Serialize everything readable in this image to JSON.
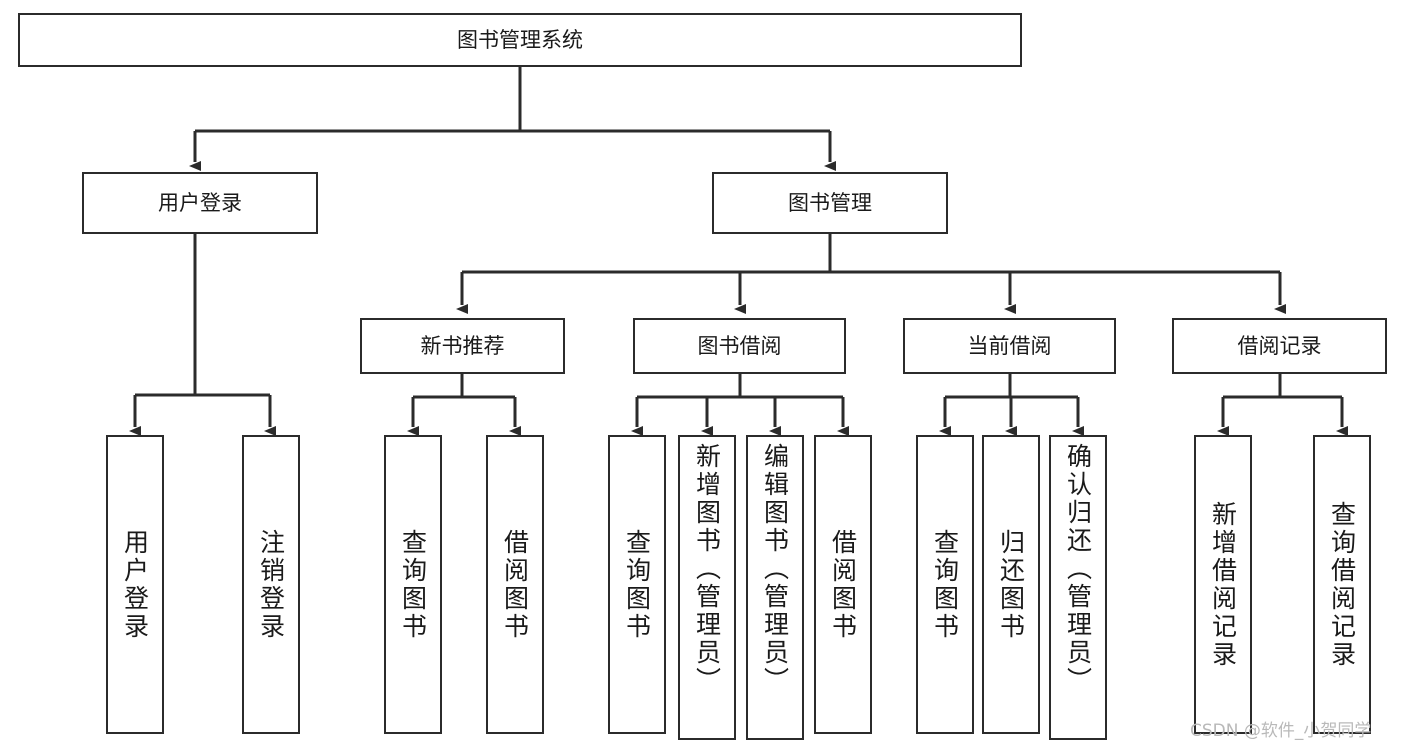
{
  "diagram": {
    "type": "tree-hierarchy",
    "title": "图书管理系统",
    "watermark": "CSDN @软件_小贺同学",
    "colors": {
      "box_border": "#2b2b2b",
      "box_fill": "#ffffff",
      "edge": "#2b2b2b",
      "text": "#1a1a1a",
      "watermark": "#b9b9b9",
      "background": "#ffffff"
    },
    "nodes": {
      "root": {
        "label": "图书管理系统"
      },
      "level2": [
        {
          "label": "用户登录"
        },
        {
          "label": "图书管理"
        }
      ],
      "level3": [
        {
          "label": "新书推荐"
        },
        {
          "label": "图书借阅"
        },
        {
          "label": "当前借阅"
        },
        {
          "label": "借阅记录"
        }
      ],
      "leaves": {
        "user_login": [
          {
            "label": "用户登录"
          },
          {
            "label": "注销登录"
          }
        ],
        "new_book_recommend": [
          {
            "label": "查询图书"
          },
          {
            "label": "借阅图书"
          }
        ],
        "book_borrow": [
          {
            "label": "查询图书"
          },
          {
            "label": "新增图书（管理员）"
          },
          {
            "label": "编辑图书（管理员）"
          },
          {
            "label": "借阅图书"
          }
        ],
        "current_borrow": [
          {
            "label": "查询图书"
          },
          {
            "label": "归还图书"
          },
          {
            "label": "确认归还（管理员）"
          }
        ],
        "borrow_record": [
          {
            "label": "新增借阅记录"
          },
          {
            "label": "查询借阅记录"
          }
        ]
      }
    }
  }
}
